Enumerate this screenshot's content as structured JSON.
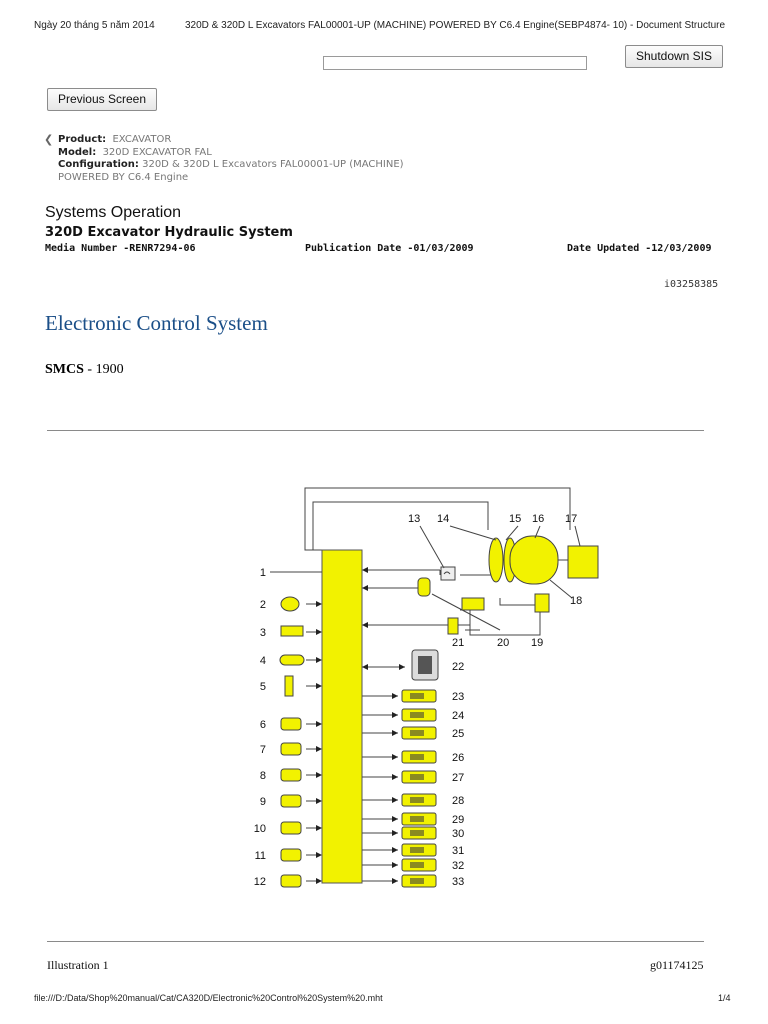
{
  "header": {
    "date": "Ngày 20 tháng 5 năm 2014",
    "doc_title": "320D & 320D L Excavators FAL00001-UP (MACHINE) POWERED BY C6.4 Engine(SEBP4874- 10) - Document Structure"
  },
  "toolbar": {
    "search_value": "",
    "shutdown_label": "Shutdown SIS",
    "previous_label": "Previous Screen"
  },
  "product": {
    "product_label": "Product:",
    "product_value": "EXCAVATOR",
    "model_label": "Model:",
    "model_value": "320D EXCAVATOR FAL",
    "config_label": "Configuration:",
    "config_value": "320D & 320D L Excavators FAL00001-UP (MACHINE)",
    "config_value2": "POWERED BY C6.4 Engine"
  },
  "doc": {
    "section": "Systems Operation",
    "subtitle": "320D Excavator Hydraulic System",
    "media": "Media Number -RENR7294-06",
    "pubdate": "Publication Date -01/03/2009",
    "updated": "Date Updated -12/03/2009",
    "doc_id": "i03258385",
    "heading": "Electronic Control System",
    "smcs_label": "SMCS",
    "smcs_value": " - 1900"
  },
  "illustration": {
    "labels_left": [
      "1",
      "2",
      "3",
      "4",
      "5",
      "6",
      "7",
      "8",
      "9",
      "10",
      "11",
      "12"
    ],
    "labels_top": [
      "13",
      "14",
      "15",
      "16",
      "17",
      "18"
    ],
    "labels_mid": [
      "20",
      "19",
      "21",
      "22"
    ],
    "labels_right": [
      "23",
      "24",
      "25",
      "26",
      "27",
      "28",
      "29",
      "30",
      "31",
      "32",
      "33"
    ],
    "caption": "Illustration 1",
    "graphic_id": "g01174125",
    "colors": {
      "component": "#f2f200",
      "line": "#444444"
    }
  },
  "footer": {
    "path": "file:///D:/Data/Shop%20manual/Cat/CA320D/Electronic%20Control%20System%20.mht",
    "page": "1/4"
  }
}
